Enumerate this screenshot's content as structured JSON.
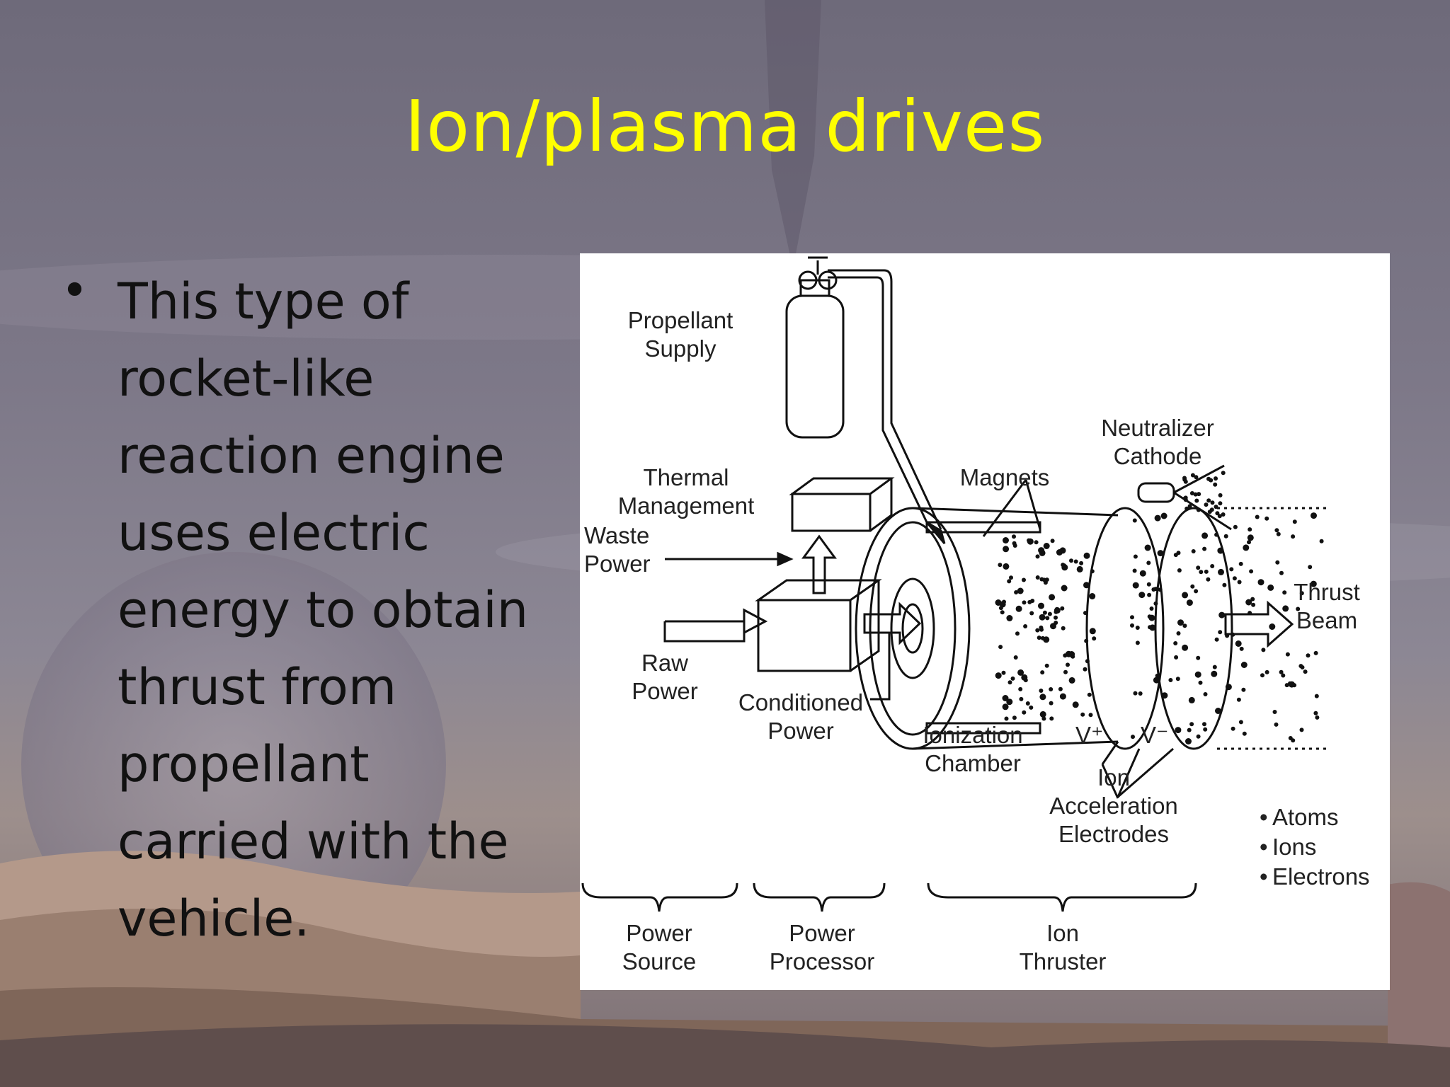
{
  "slide": {
    "title": "Ion/plasma drives",
    "bullet_lines": [
      "This type of",
      "rocket-like",
      "reaction engine",
      "uses electric",
      "energy to obtain",
      "thrust from",
      "propellant",
      "carried with the",
      "vehicle."
    ]
  },
  "diagram": {
    "labels": {
      "propellant_1": "Propellant",
      "propellant_2": "Supply",
      "thermal_1": "Thermal",
      "thermal_2": "Management",
      "waste_1": "Waste",
      "waste_2": "Power",
      "raw_1": "Raw",
      "raw_2": "Power",
      "conditioned_1": "Conditioned",
      "conditioned_2": "Power",
      "magnets": "Magnets",
      "neutralizer_1": "Neutralizer",
      "neutralizer_2": "Cathode",
      "thrust_1": "Thrust",
      "thrust_2": "Beam",
      "ionization_1": "Ionization",
      "ionization_2": "Chamber",
      "vplus": "V⁺",
      "vminus": "V⁻",
      "ion_acc_1": "Ion",
      "ion_acc_2": "Acceleration",
      "ion_acc_3": "Electrodes",
      "legend_atoms": "Atoms",
      "legend_ions": "Ions",
      "legend_electrons": "Electrons",
      "group_source_1": "Power",
      "group_source_2": "Source",
      "group_processor_1": "Power",
      "group_processor_2": "Processor",
      "group_thruster_1": "Ion",
      "group_thruster_2": "Thruster"
    }
  },
  "colors": {
    "title": "#ffff00",
    "body_text": "#111111",
    "panel": "#ffffff"
  }
}
